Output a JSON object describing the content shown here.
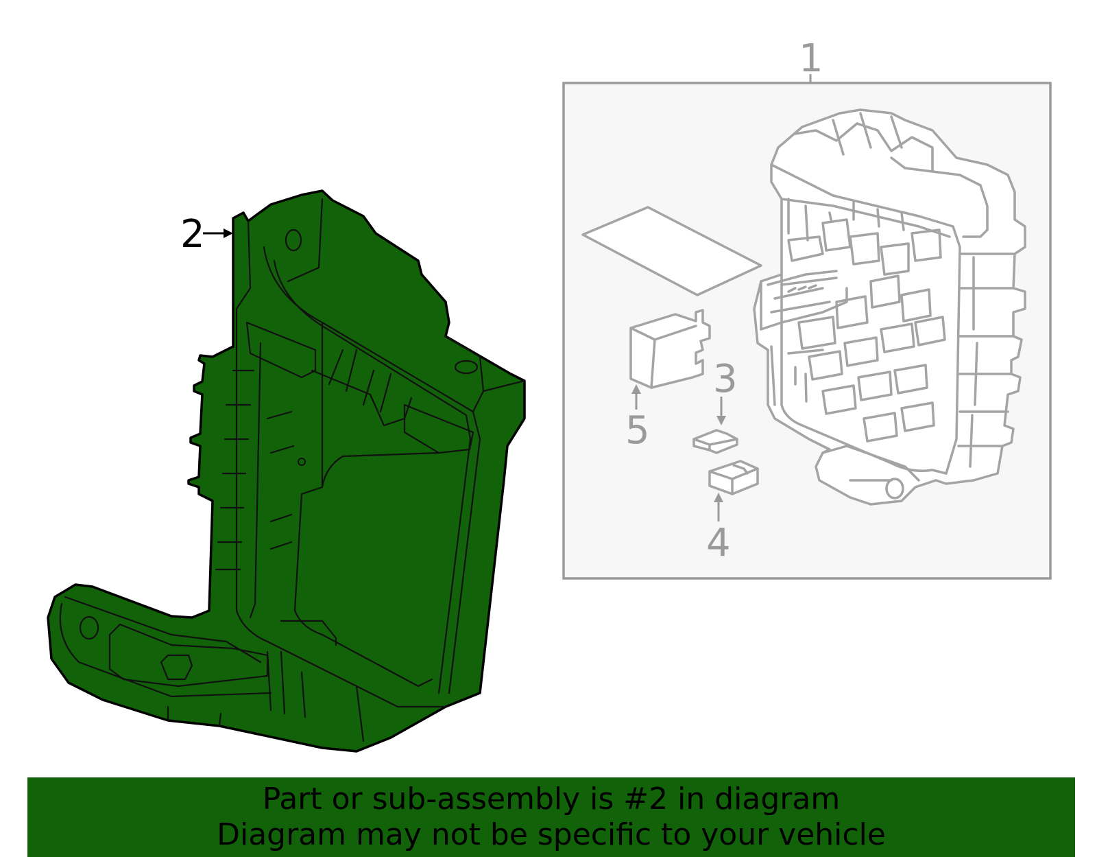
{
  "callouts": {
    "c1": "1",
    "c2": "2",
    "c3": "3",
    "c4": "4",
    "c5": "5"
  },
  "banner": {
    "line1": "Part or sub-assembly is #2 in diagram",
    "line2": "Diagram may not be specific to your vehicle"
  },
  "colors": {
    "highlight_part": "#116208",
    "banner_background": "#116208",
    "grey_lines": "#a4a4a4",
    "inset_background": "#f7f7f7"
  }
}
